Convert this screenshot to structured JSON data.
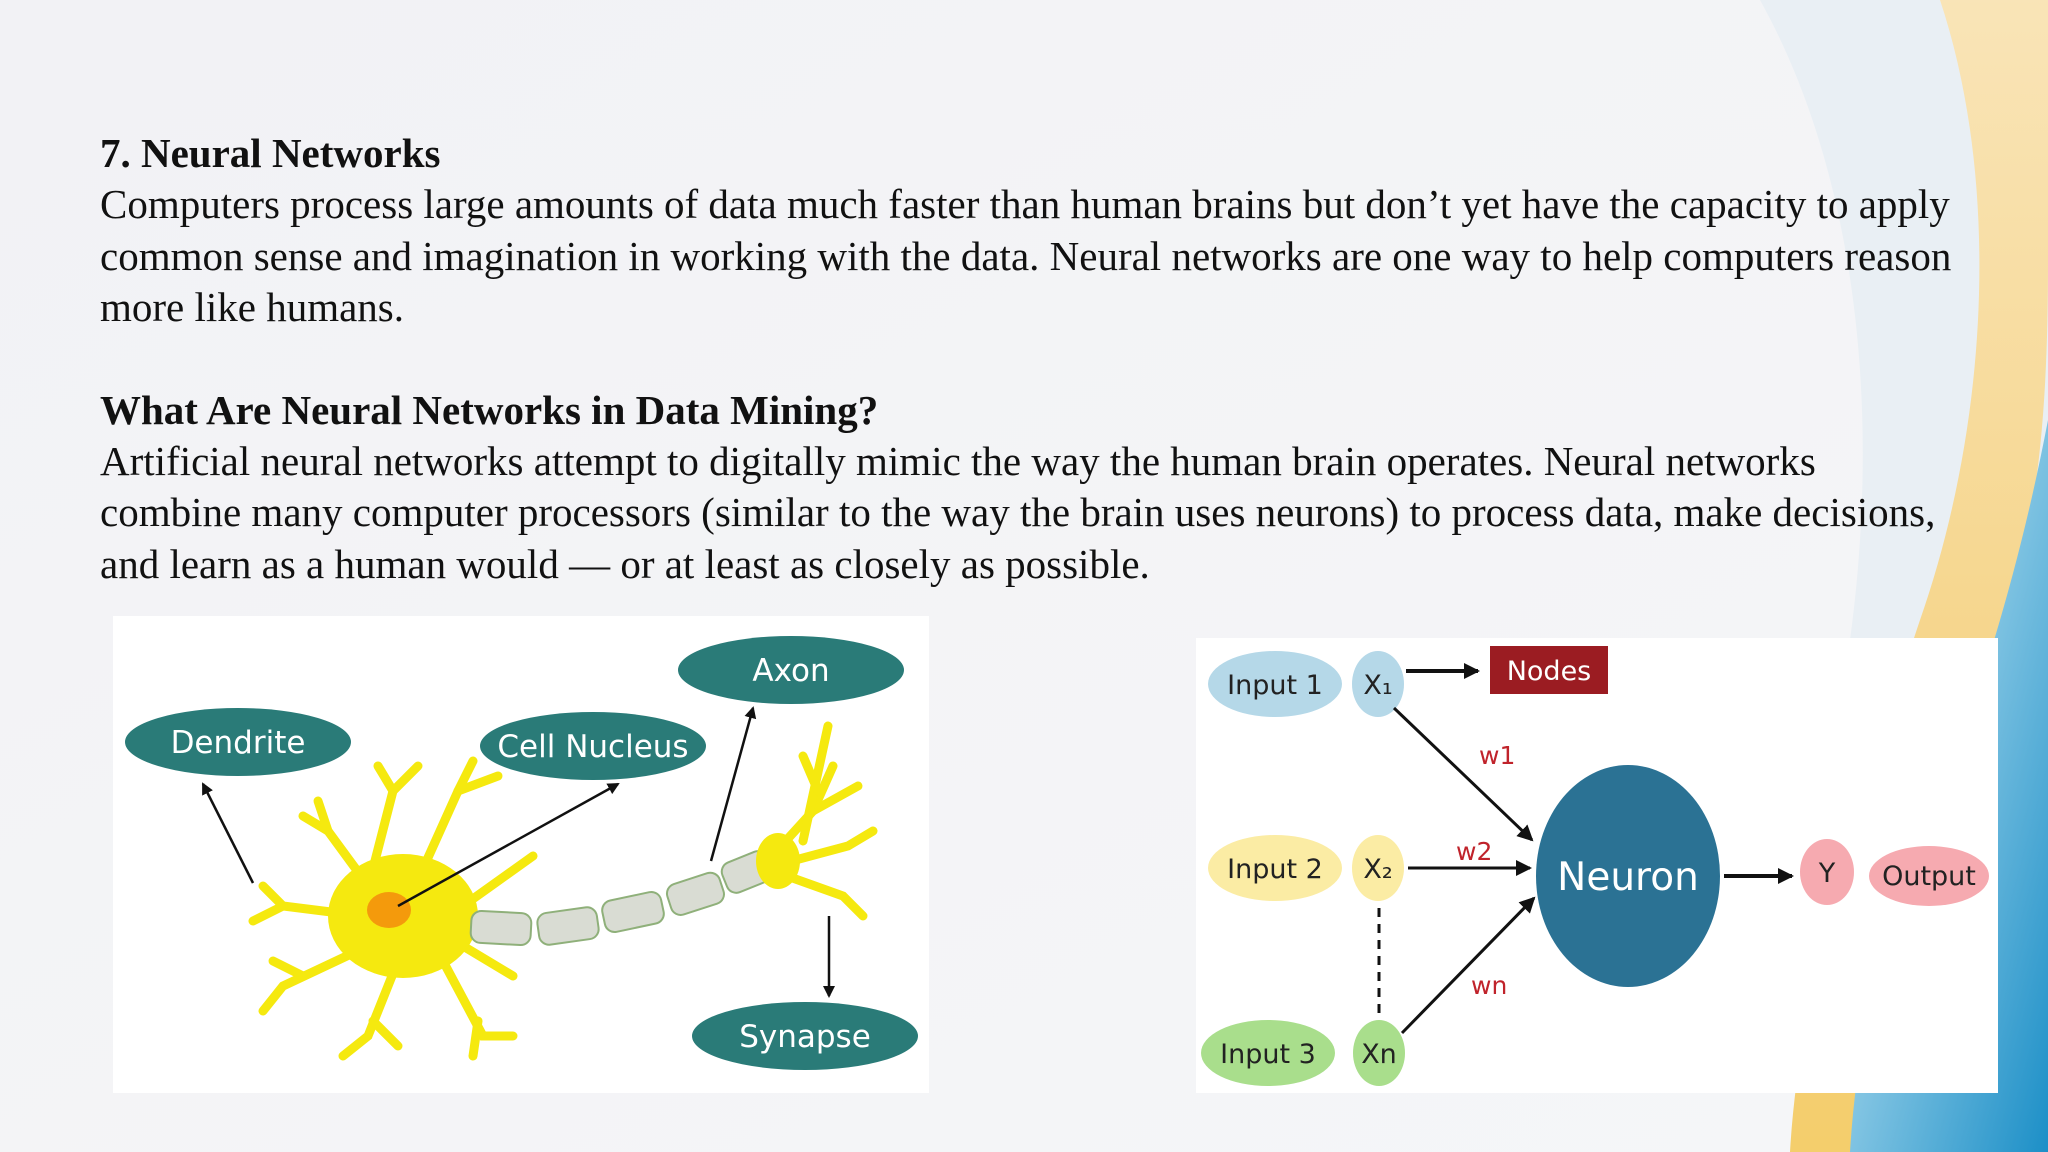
{
  "slide": {
    "section_title": "7. Neural Networks",
    "intro_text": "Computers process large amounts of data much faster than human brains but don’t yet have the capacity to apply common sense and imagination in working with the data. Neural networks are one way to help computers reason more like humans.",
    "question_title": "What Are Neural Networks in Data Mining?",
    "answer_text": "Artificial neural networks attempt to digitally mimic the way the human brain operates. Neural networks combine many computer processors (similar to the way the brain uses neurons) to process data, make decisions, and learn as a human would — or at least as closely as possible."
  },
  "neuron_diagram": {
    "labels": {
      "dendrite": "Dendrite",
      "cell_nucleus": "Cell Nucleus",
      "axon": "Axon",
      "synapse": "Synapse"
    },
    "colors": {
      "label_fill": "#2a7b78",
      "cell_body": "#f5e90f",
      "nucleus": "#f49a0c",
      "axon_segment": "#d9dcd3"
    }
  },
  "network_diagram": {
    "inputs": [
      {
        "label": "Input 1",
        "var": "X₁",
        "color": "#b5d8e8"
      },
      {
        "label": "Input 2",
        "var": "X₂",
        "color": "#fbeca4"
      },
      {
        "label": "Input 3",
        "var": "Xn",
        "color": "#a9de8c"
      }
    ],
    "weights": [
      "w1",
      "w2",
      "wn"
    ],
    "nodes_label": "Nodes",
    "neuron_label": "Neuron",
    "output_var": "Y",
    "output_label": "Output",
    "colors": {
      "neuron": "#2b7294",
      "nodes_box": "#9b1c22",
      "output": "#f6aab0",
      "weight_text": "#c0232b"
    }
  }
}
